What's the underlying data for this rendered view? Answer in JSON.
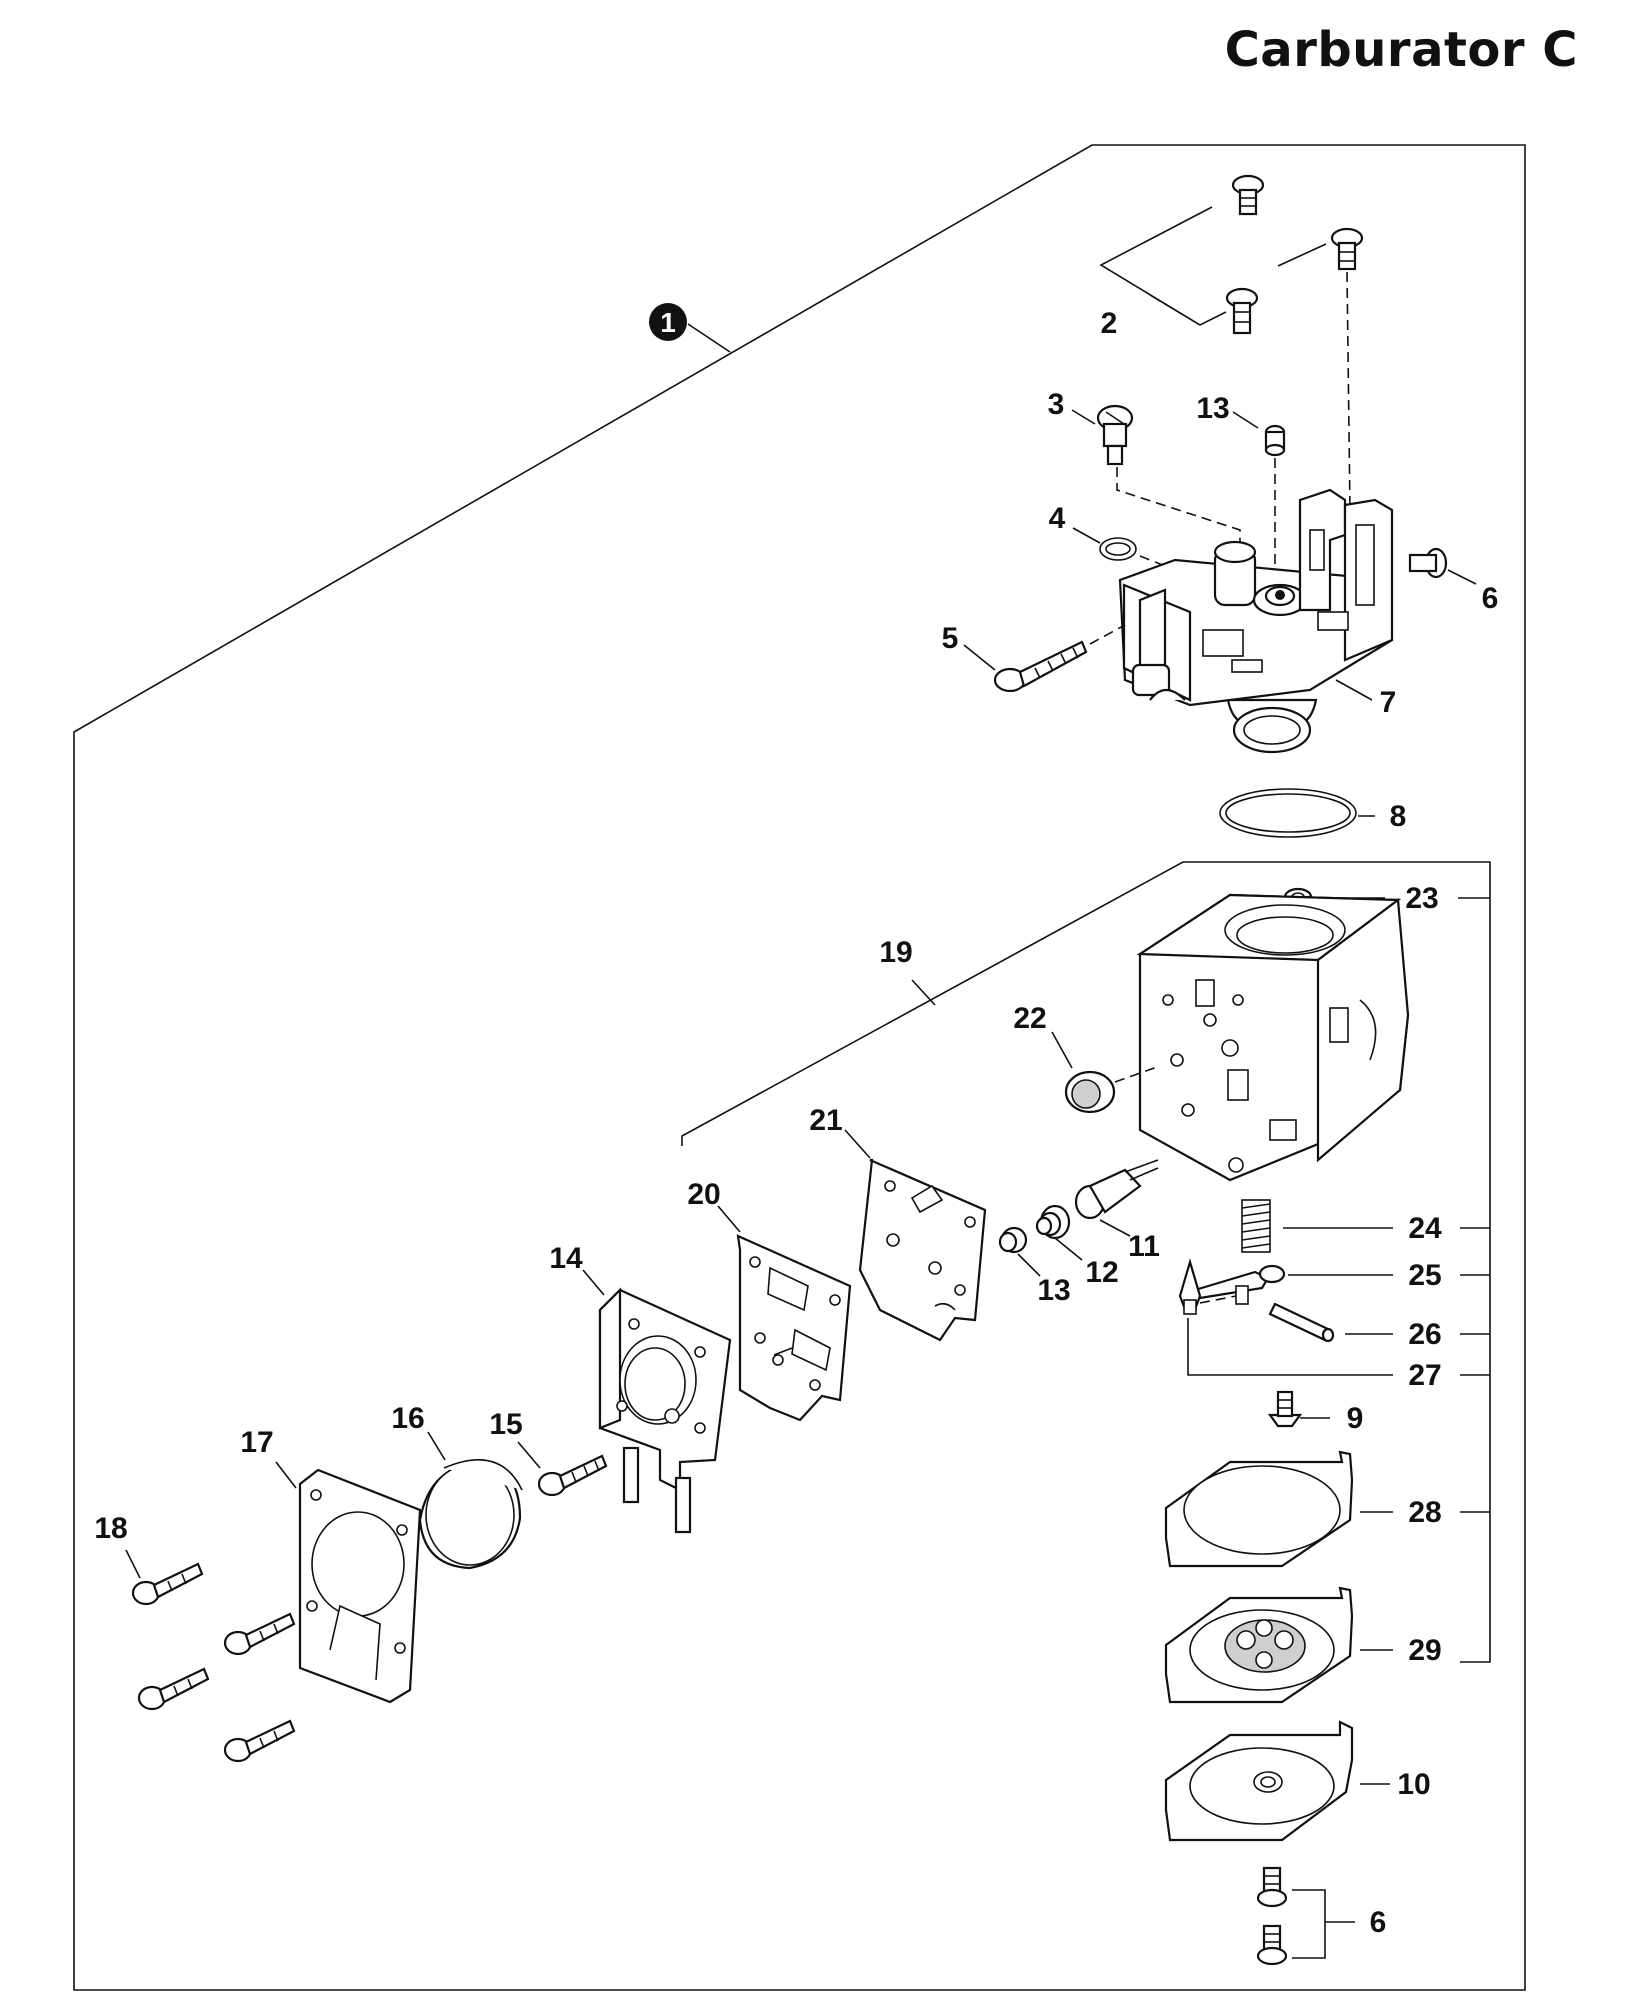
{
  "title": "Carburator C",
  "callouts": {
    "c1": "1",
    "c2": "2",
    "c3": "3",
    "c4": "4",
    "c5": "5",
    "c6a": "6",
    "c6b": "6",
    "c7": "7",
    "c8": "8",
    "c9": "9",
    "c10": "10",
    "c11": "11",
    "c12": "12",
    "c13a": "13",
    "c13b": "13",
    "c14": "14",
    "c15": "15",
    "c16": "16",
    "c17": "17",
    "c18": "18",
    "c19": "19",
    "c20": "20",
    "c21": "21",
    "c22": "22",
    "c23": "23",
    "c24": "24",
    "c25": "25",
    "c26": "26",
    "c27": "27",
    "c28": "28",
    "c29": "29"
  }
}
